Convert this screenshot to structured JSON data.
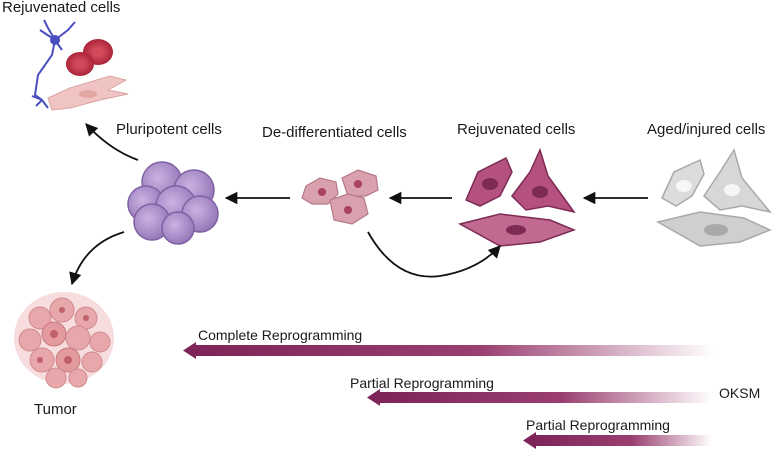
{
  "labels": {
    "rejuvenated_top": "Rejuvenated cells",
    "pluripotent": "Pluripotent cells",
    "dedifferentiated": "De-differentiated cells",
    "rejuvenated": "Rejuvenated cells",
    "aged": "Aged/injured  cells",
    "tumor": "Tumor",
    "oksm": "OKSM"
  },
  "bars": [
    {
      "label": "Complete Reprogramming"
    },
    {
      "label": "Partial Reprogramming"
    },
    {
      "label": "Partial Reprogramming"
    }
  ],
  "colors": {
    "bar": "#8a2a5e",
    "pluripotent": "#a98fc7",
    "rejuvenated": "#b5517f",
    "dedifferentiated": "#d49aa8",
    "aged": "#c9c9c9",
    "tumor": "#e4a9ad",
    "neuron": "#4a4fc0",
    "rbc": "#b8283d"
  }
}
